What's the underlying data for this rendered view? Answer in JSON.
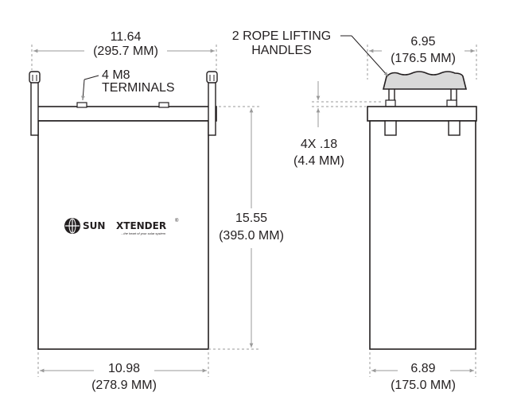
{
  "front_view": {
    "width_in": "11.64",
    "width_mm": "(295.7 MM)",
    "terminals_line1": "4 M8",
    "terminals_line2": "TERMINALS",
    "height_in": "15.55",
    "height_mm": "(395.0 MM)",
    "base_width_in": "10.98",
    "base_width_mm": "(278.9 MM)",
    "logo_left": "SUN",
    "logo_right": "XTENDER",
    "logo_mark": "®",
    "logo_tagline": "...the heart of your solar system"
  },
  "side_view": {
    "handles_line1": "2 ROPE LIFTING",
    "handles_line2": "HANDLES",
    "width_in": "6.95",
    "width_mm": "(176.5 MM)",
    "terminal_height_in": "4X .18",
    "terminal_height_mm": "(4.4 MM)",
    "base_width_in": "6.89",
    "base_width_mm": "(175.0 MM)"
  },
  "colors": {
    "line": "#231f20",
    "dim_line": "#9a9a9a",
    "body_fill": "#ffffff",
    "handle_fill": "#d9d9d9"
  }
}
